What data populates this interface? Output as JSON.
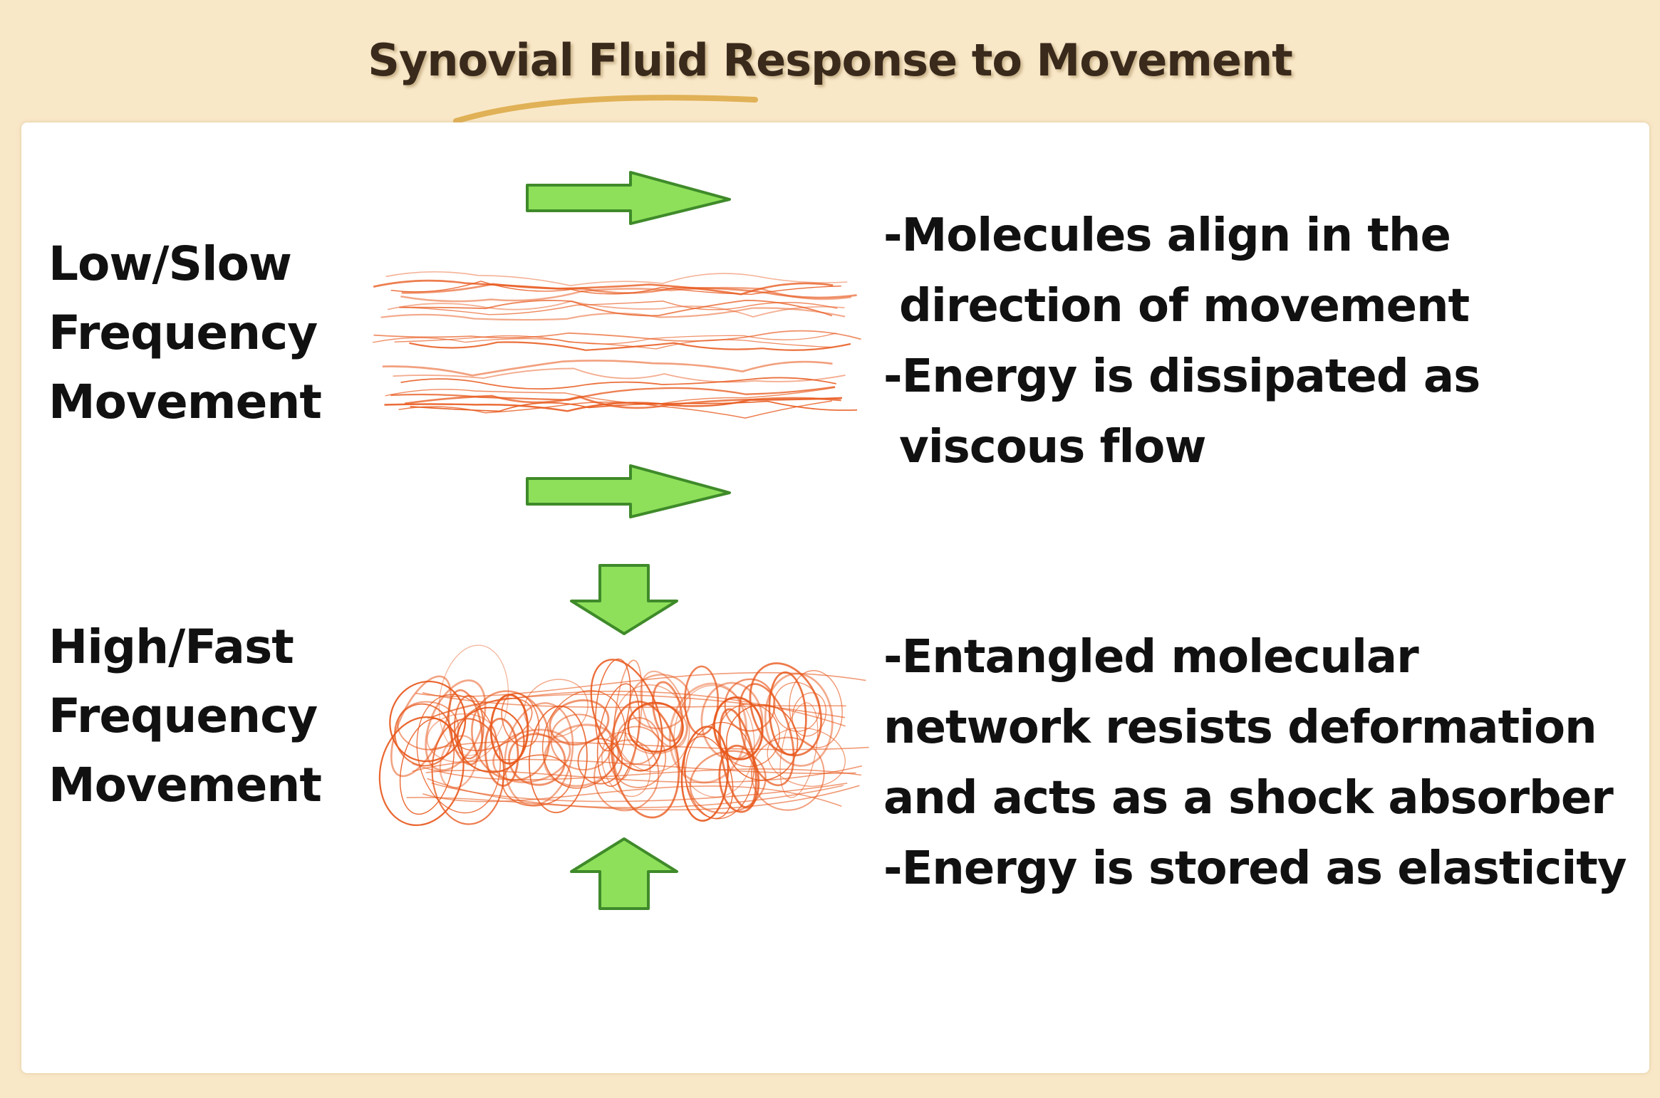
{
  "title": "Synovial Fluid Response to Movement",
  "colors": {
    "background": "#f9e8c8",
    "arrow_fill": "#8ee05a",
    "arrow_stroke": "#3f8a2a",
    "fiber": "#e8581c"
  },
  "low": {
    "label_lines": [
      "Low/Slow",
      "Frequency",
      "Movement"
    ],
    "description_lines": [
      "-Molecules align in the",
      "direction of movement",
      "-Energy is dissipated as",
      "viscous flow"
    ]
  },
  "high": {
    "label_lines": [
      "High/Fast",
      "Frequency",
      "Movement"
    ],
    "description_lines": [
      "-Entangled molecular",
      "network resists deformation",
      "and acts as a shock absorber",
      "-Energy is stored as elasticity"
    ]
  },
  "icons": {
    "arrow_right_top": "arrow-right-icon",
    "arrow_right_bottom": "arrow-right-icon",
    "arrow_down": "arrow-down-icon",
    "arrow_up": "arrow-up-icon"
  }
}
